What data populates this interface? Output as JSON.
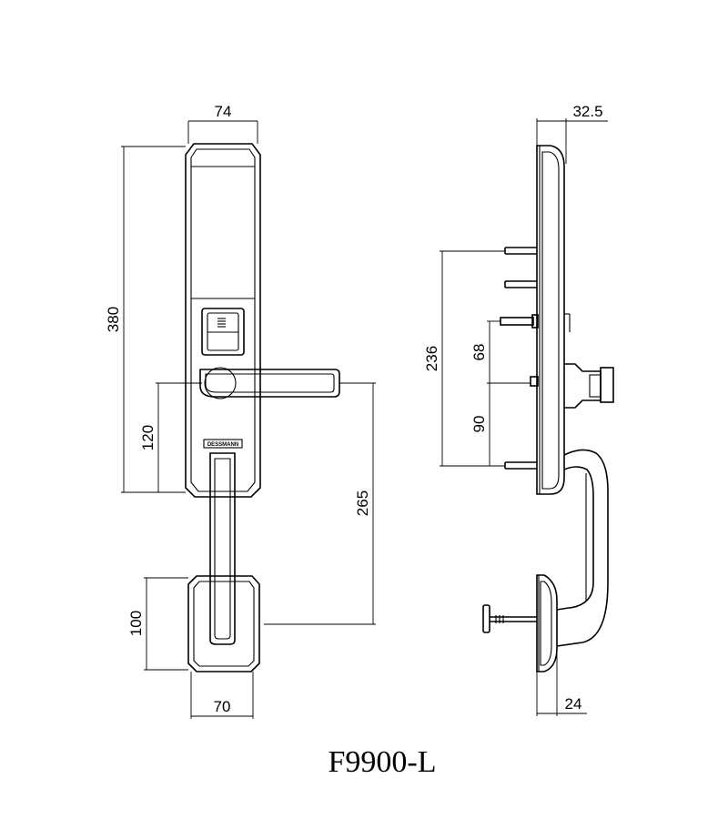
{
  "model": "F9900-L",
  "front_view": {
    "dimensions": {
      "width_top": "74",
      "height_total": "380",
      "lever_to_bottom": "120",
      "lever_to_handle_bottom": "265",
      "bottom_plate_height": "100",
      "bottom_plate_width": "70"
    },
    "logo_text": "DESSMANN"
  },
  "side_view": {
    "dimensions": {
      "depth_top": "32.5",
      "screw_span": "236",
      "upper_offset": "68",
      "lower_offset": "90",
      "depth_bottom": "24"
    }
  }
}
